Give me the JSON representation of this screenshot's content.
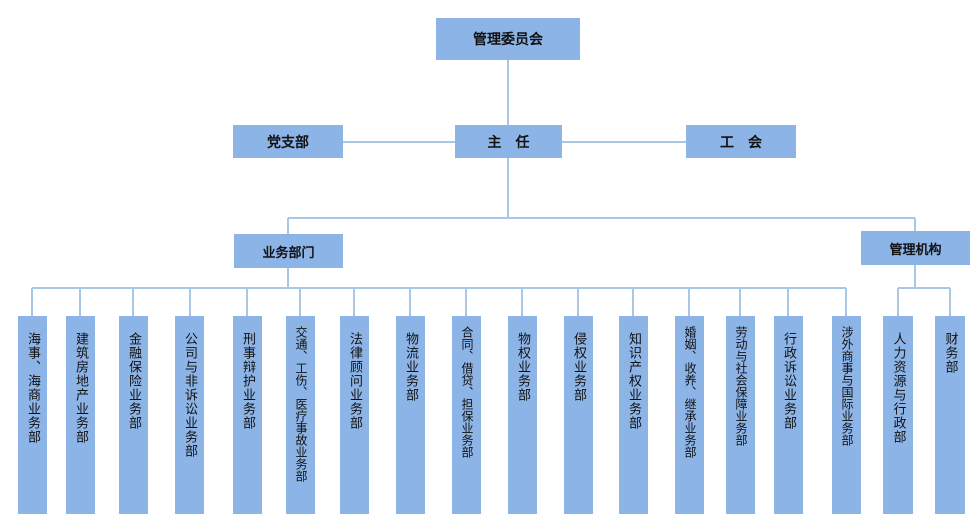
{
  "committee": "管理委员会",
  "director": "主　任",
  "party_branch": "党支部",
  "union": "工　会",
  "business_departments": "业务部门",
  "management": "管理机构",
  "departments": [
    "海事、海商业务部",
    "建筑房地产业务部",
    "金融保险业务部",
    "公司与非诉讼业务部",
    "刑事辩护业务部",
    "交通、工伤、医疗事故业务部",
    "法律顾问业务部",
    "物流业务部",
    "合同、借贷、担保业务部",
    "物权业务部",
    "侵权业务部",
    "知识产权业务部",
    "婚姻、收养、继承业务部",
    "劳动与社会保障业务部",
    "行政诉讼业务部",
    "涉外商事与国际业务部"
  ],
  "management_units": [
    "人力资源与行政部",
    "财务部"
  ]
}
